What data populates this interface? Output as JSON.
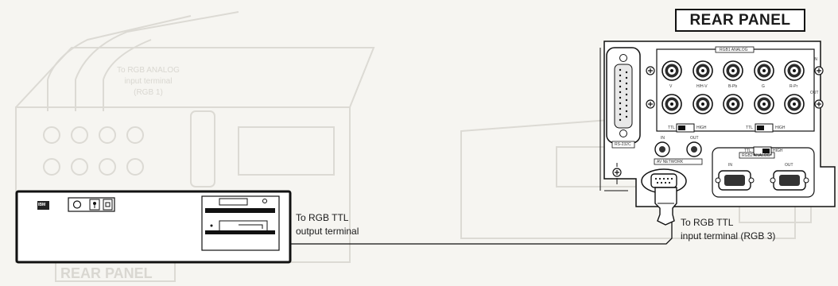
{
  "rear_panel": {
    "title": "REAR PANEL",
    "rgb1_analog": "RGB1 ANALOG",
    "in": "IN",
    "out": "OUT",
    "row_labels": [
      "V",
      "H/H-V",
      "B-Pb",
      "G",
      "R-Pr"
    ],
    "ttl": "TTL",
    "high": "HIGH",
    "rs232c": "RS-232C",
    "av_network": "AV NETWORK",
    "rgb2_analog": "RGB2 ANALOG"
  },
  "pc_unit": {
    "brand": "IBM"
  },
  "labels": {
    "rgb_ttl_output": [
      "To RGB TTL",
      "output terminal"
    ],
    "rgb_ttl_input": [
      "To RGB TTL",
      "input terminal (RGB 3)"
    ]
  },
  "background_ghost": {
    "to_rgb_analog": [
      "To RGB ANALOG",
      "input terminal",
      "(RGB 1)"
    ],
    "rear_panel": "REAR PANEL"
  }
}
